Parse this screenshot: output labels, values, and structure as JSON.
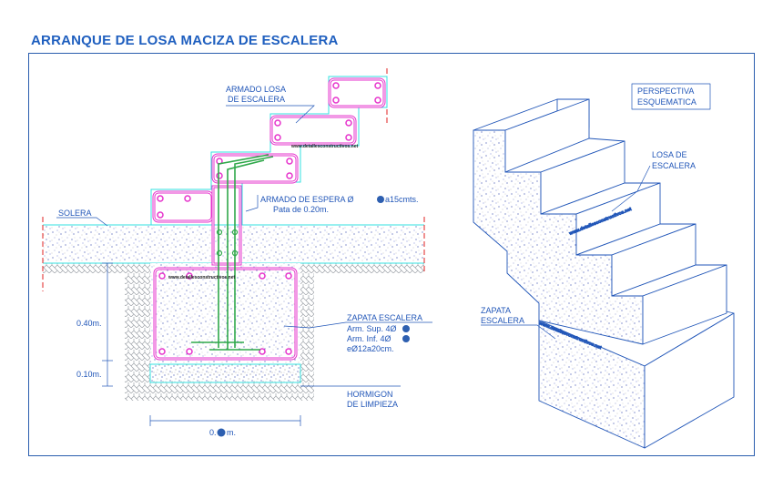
{
  "title": "ARRANQUE DE LOSA MACIZA DE ESCALERA",
  "labels": {
    "armado_losa": [
      "ARMADO LOSA",
      "DE ESCALERA"
    ],
    "solera": "SOLERA",
    "armado_espera": [
      "ARMADO DE ESPERA Ø",
      "a15cmts.",
      "Pata de 0.20m."
    ],
    "zapata": [
      "ZAPATA ESCALERA",
      "Arm. Sup. 4Ø",
      "Arm. Inf.   4Ø",
      "eØ12a20cm."
    ],
    "hormigon": [
      "HORMIGON",
      "DE LIMPIEZA"
    ],
    "dim_040": "0.40m.",
    "dim_010": "0.10m.",
    "dim_width": [
      "0.",
      "m."
    ],
    "perspectiva": [
      "PERSPECTIVA",
      "ESQUEMATICA"
    ],
    "losa": [
      "LOSA DE",
      "ESCALERA"
    ],
    "zapata_p": [
      "ZAPATA",
      "ESCALERA"
    ],
    "watermark": "www.detallesconstructivos.net"
  },
  "colors": {
    "title": "#1f5fbf",
    "frame": "#2a5dae",
    "rebar": "#e633cc",
    "stirrup_core": "#ffffff",
    "espera_bar": "#2fa84a",
    "cyan_outline": "#33e0e0",
    "section_red": "#e02020",
    "concrete_dots": "#3a4fb0",
    "label": "#2156b8",
    "blank_marker": "#2d5fb0"
  }
}
